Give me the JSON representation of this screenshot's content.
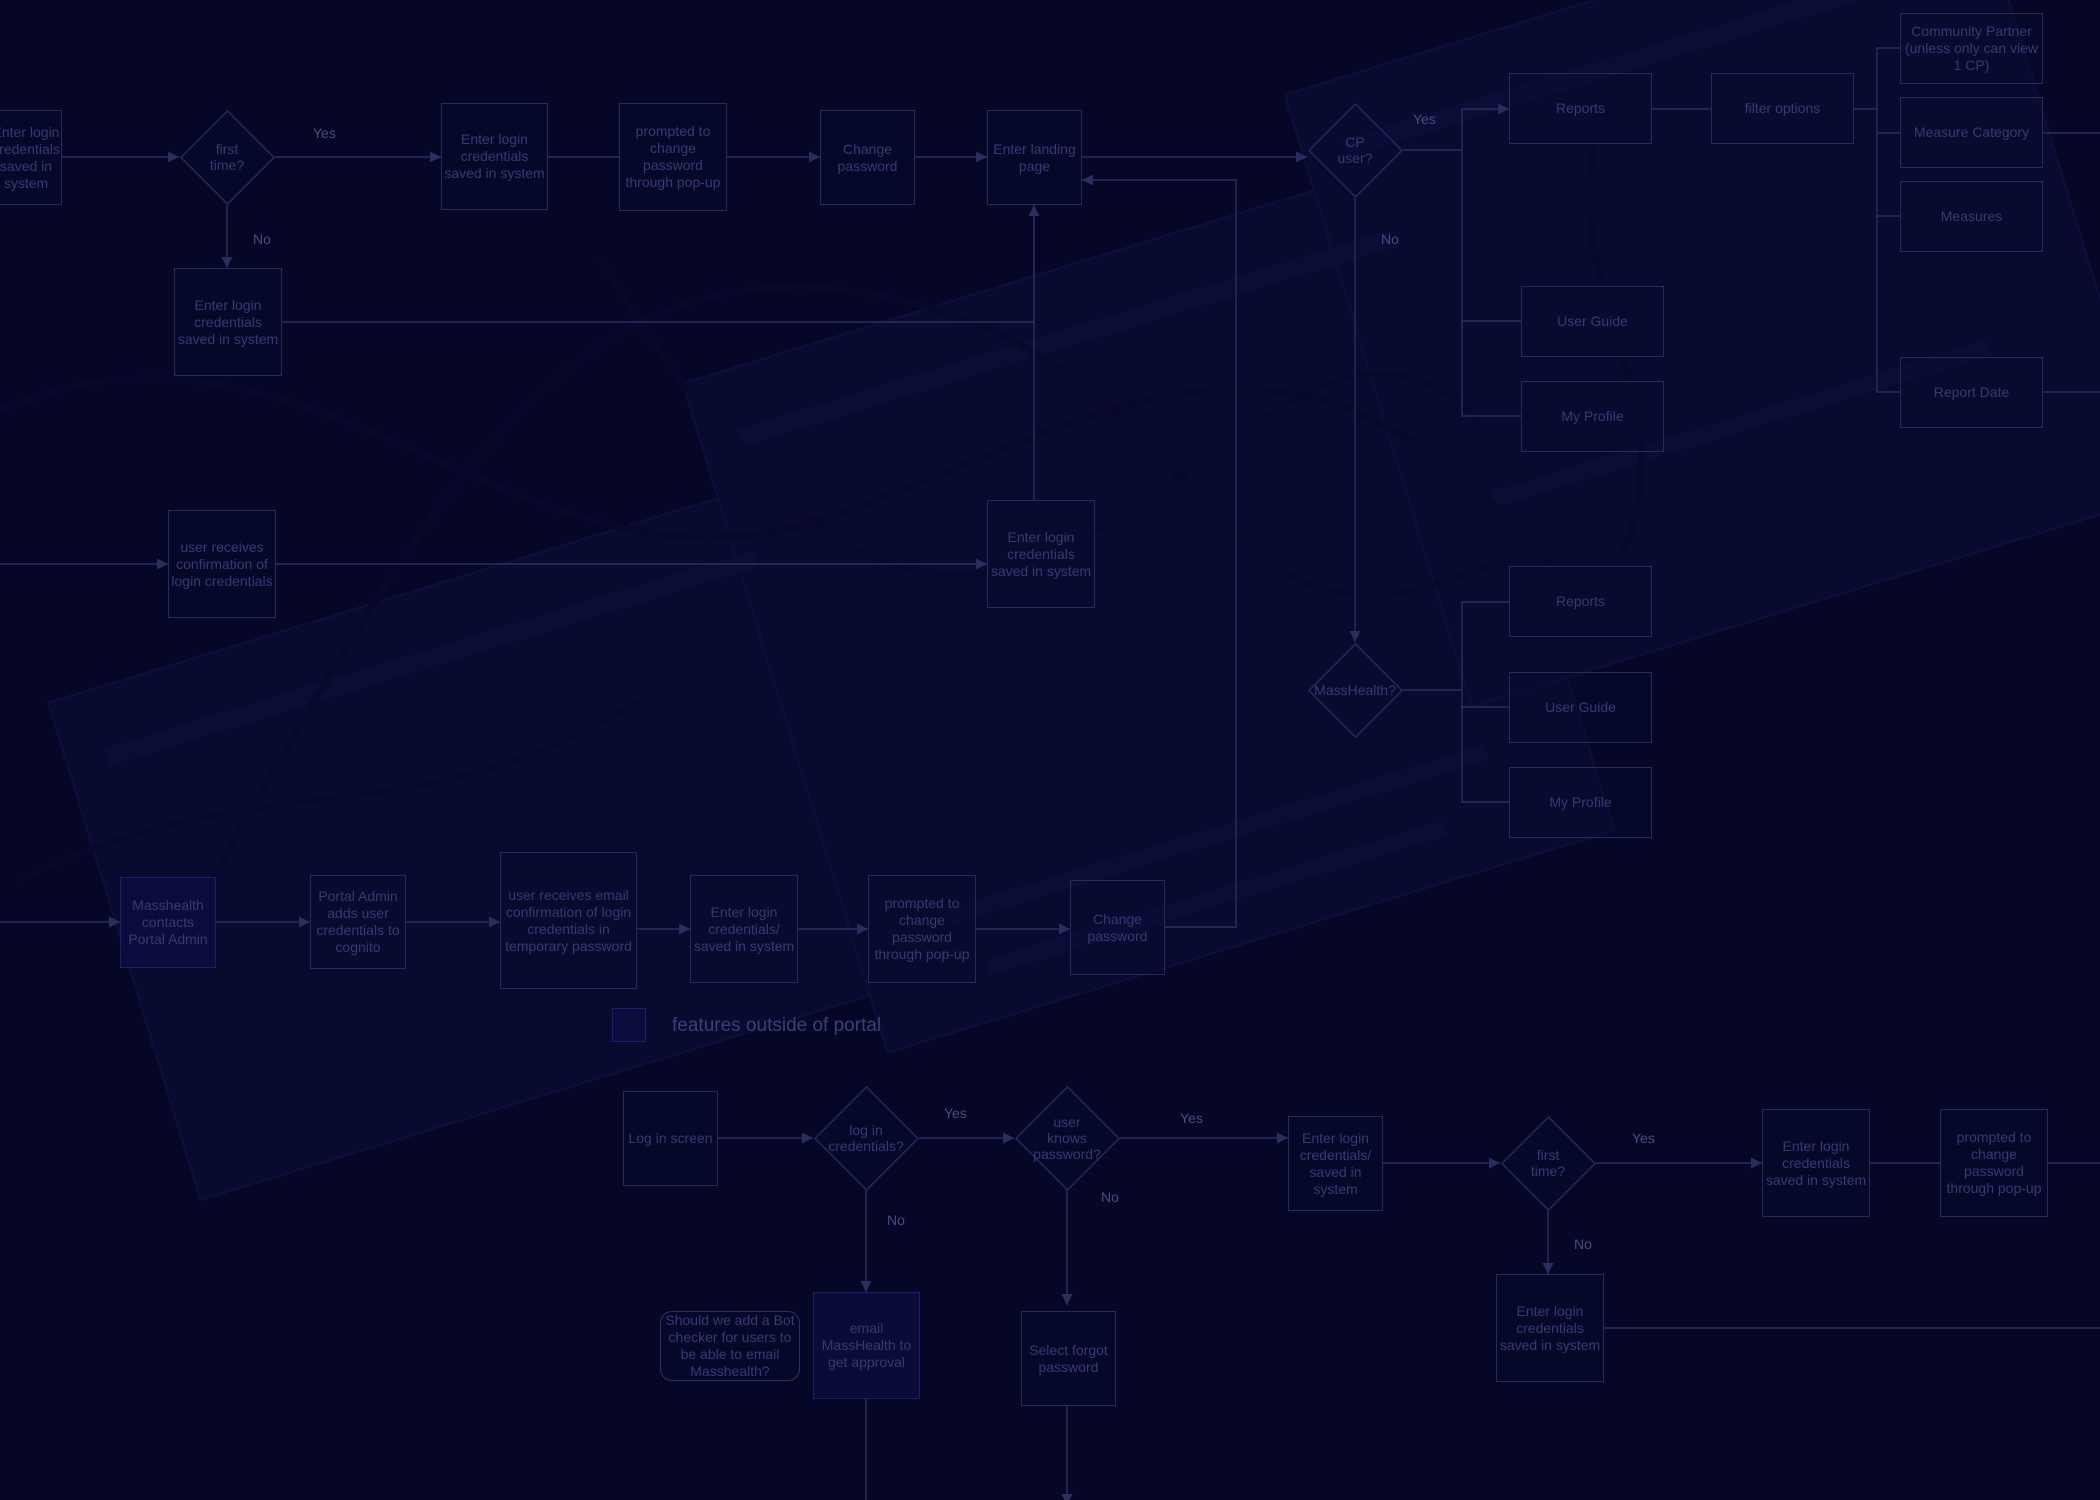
{
  "diagram": {
    "nodes": [
      {
        "id": "n1",
        "shape": "box",
        "label": "Enter login credentials saved in system"
      },
      {
        "id": "n2",
        "shape": "diamond",
        "label": "first time?"
      },
      {
        "id": "n3",
        "shape": "box",
        "label": "Enter login credentials saved in system"
      },
      {
        "id": "n4",
        "shape": "box",
        "label": "prompted to change password through pop-up"
      },
      {
        "id": "n5",
        "shape": "box",
        "label": "Change password"
      },
      {
        "id": "n6",
        "shape": "box",
        "label": "Enter landing page"
      },
      {
        "id": "n7",
        "shape": "diamond",
        "label": "CP user?"
      },
      {
        "id": "n8",
        "shape": "box",
        "label": "Enter login credentials saved in system"
      },
      {
        "id": "n9",
        "shape": "box",
        "label": "Reports"
      },
      {
        "id": "n10",
        "shape": "box",
        "label": "filter options"
      },
      {
        "id": "n11",
        "shape": "box",
        "label": "Community Partner (unless only can view 1 CP)"
      },
      {
        "id": "n12",
        "shape": "box",
        "label": "Measure Category"
      },
      {
        "id": "n13",
        "shape": "box",
        "label": "Measures"
      },
      {
        "id": "n14",
        "shape": "box",
        "label": "Report Date"
      },
      {
        "id": "n15",
        "shape": "box",
        "label": "User Guide"
      },
      {
        "id": "n16",
        "shape": "box",
        "label": "My Profile"
      },
      {
        "id": "n17",
        "shape": "box",
        "label": "user receives confirmation of login credentials"
      },
      {
        "id": "n18",
        "shape": "box",
        "label": "Enter login credentials saved in system"
      },
      {
        "id": "n19",
        "shape": "diamond",
        "label": "MassHealth?"
      },
      {
        "id": "n20",
        "shape": "box",
        "label": "Reports"
      },
      {
        "id": "n21",
        "shape": "box",
        "label": "User Guide"
      },
      {
        "id": "n22",
        "shape": "box",
        "label": "My Profile"
      },
      {
        "id": "n23",
        "shape": "box",
        "style": "outside",
        "label": "Masshealth contacts Portal Admin"
      },
      {
        "id": "n24",
        "shape": "box",
        "label": "Portal Admin adds user credentials to cognito"
      },
      {
        "id": "n25",
        "shape": "box",
        "label": "user receives email confirmation of login credentials   in temporary password"
      },
      {
        "id": "n26",
        "shape": "box",
        "label": "Enter login credentials/ saved in system"
      },
      {
        "id": "n27",
        "shape": "box",
        "label": "prompted to change password through pop-up"
      },
      {
        "id": "n28",
        "shape": "box",
        "label": "Change password"
      },
      {
        "id": "n29",
        "shape": "box",
        "label": "Log in screen"
      },
      {
        "id": "n30",
        "shape": "diamond",
        "label": "log in credentials?"
      },
      {
        "id": "n31",
        "shape": "diamond",
        "label": "user knows password?"
      },
      {
        "id": "n32",
        "shape": "box",
        "label": "Enter login credentials/ saved in system"
      },
      {
        "id": "n33",
        "shape": "diamond",
        "label": "first time?"
      },
      {
        "id": "n34",
        "shape": "box",
        "label": "Enter login credentials saved in system"
      },
      {
        "id": "n35",
        "shape": "box",
        "label": "prompted to change password through pop-up"
      },
      {
        "id": "n36",
        "shape": "box",
        "label": "Enter login credentials saved in system"
      },
      {
        "id": "n37",
        "shape": "box",
        "label": "Select forgot password"
      },
      {
        "id": "n38",
        "shape": "box",
        "style": "outside",
        "label": "email MassHealth to get approval"
      },
      {
        "id": "n39",
        "shape": "note",
        "label": "Should we add a Bot checker for users to be able to email Masshealth?"
      }
    ],
    "edges": [
      {
        "from": "n1",
        "to": "n2",
        "label": ""
      },
      {
        "from": "n2",
        "to": "n3",
        "label": "Yes"
      },
      {
        "from": "n2",
        "to": "n8",
        "label": "No"
      },
      {
        "from": "n3",
        "to": "n4",
        "label": ""
      },
      {
        "from": "n4",
        "to": "n5",
        "label": ""
      },
      {
        "from": "n5",
        "to": "n6",
        "label": ""
      },
      {
        "from": "n6",
        "to": "n7",
        "label": ""
      },
      {
        "from": "n8",
        "to": "n6",
        "label": ""
      },
      {
        "from": "n7",
        "to": "n9",
        "label": "Yes"
      },
      {
        "from": "n7",
        "to": "n15",
        "label": ""
      },
      {
        "from": "n7",
        "to": "n16",
        "label": ""
      },
      {
        "from": "n7",
        "to": "n19",
        "label": "No"
      },
      {
        "from": "n9",
        "to": "n10",
        "label": ""
      },
      {
        "from": "n10",
        "to": "n11",
        "label": ""
      },
      {
        "from": "n10",
        "to": "n12",
        "label": ""
      },
      {
        "from": "n10",
        "to": "n13",
        "label": ""
      },
      {
        "from": "n10",
        "to": "n14",
        "label": ""
      },
      {
        "from": "n17",
        "to": "n18",
        "label": ""
      },
      {
        "from": "n18",
        "to": "n6",
        "label": ""
      },
      {
        "from": "n19",
        "to": "n20",
        "label": ""
      },
      {
        "from": "n19",
        "to": "n21",
        "label": ""
      },
      {
        "from": "n19",
        "to": "n22",
        "label": ""
      },
      {
        "from": "n23",
        "to": "n24",
        "label": ""
      },
      {
        "from": "n24",
        "to": "n25",
        "label": ""
      },
      {
        "from": "n25",
        "to": "n26",
        "label": ""
      },
      {
        "from": "n26",
        "to": "n27",
        "label": ""
      },
      {
        "from": "n27",
        "to": "n28",
        "label": ""
      },
      {
        "from": "n28",
        "to": "n6",
        "label": ""
      },
      {
        "from": "n29",
        "to": "n30",
        "label": ""
      },
      {
        "from": "n30",
        "to": "n31",
        "label": "Yes"
      },
      {
        "from": "n30",
        "to": "n38",
        "label": "No"
      },
      {
        "from": "n31",
        "to": "n32",
        "label": "Yes"
      },
      {
        "from": "n31",
        "to": "n37",
        "label": "No"
      },
      {
        "from": "n32",
        "to": "n33",
        "label": ""
      },
      {
        "from": "n33",
        "to": "n34",
        "label": "Yes"
      },
      {
        "from": "n33",
        "to": "n36",
        "label": "No"
      },
      {
        "from": "n34",
        "to": "n35",
        "label": ""
      }
    ]
  },
  "legend": {
    "text": "features outside of portal",
    "swatch_color": "#16206e"
  },
  "colors": {
    "background": "#060726",
    "node_border": "#272b5c",
    "node_text": "#353a72",
    "edge": "#2a2e5e",
    "edge_label": "#474c80",
    "outside_portal_border": "#16206e"
  }
}
